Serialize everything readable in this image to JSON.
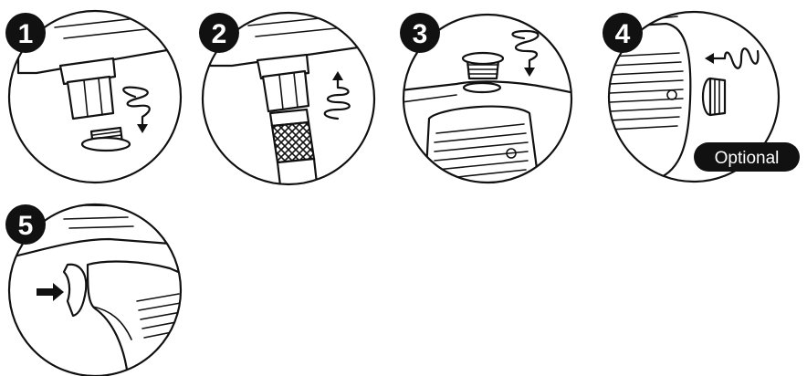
{
  "steps": [
    {
      "number": "1",
      "illustration": "unscrew-fitting"
    },
    {
      "number": "2",
      "illustration": "screw-on-hose"
    },
    {
      "number": "3",
      "illustration": "screw-fitting-into-housing"
    },
    {
      "number": "4",
      "illustration": "unscrew-side-plug"
    },
    {
      "number": "5",
      "illustration": "press-trigger"
    }
  ],
  "optional_label": "Optional",
  "colors": {
    "ink": "#111111",
    "paper": "#ffffff"
  },
  "icons": [
    "rotate-clockwise-down-icon",
    "rotate-counterclockwise-up-icon",
    "push-arrow-icon"
  ]
}
